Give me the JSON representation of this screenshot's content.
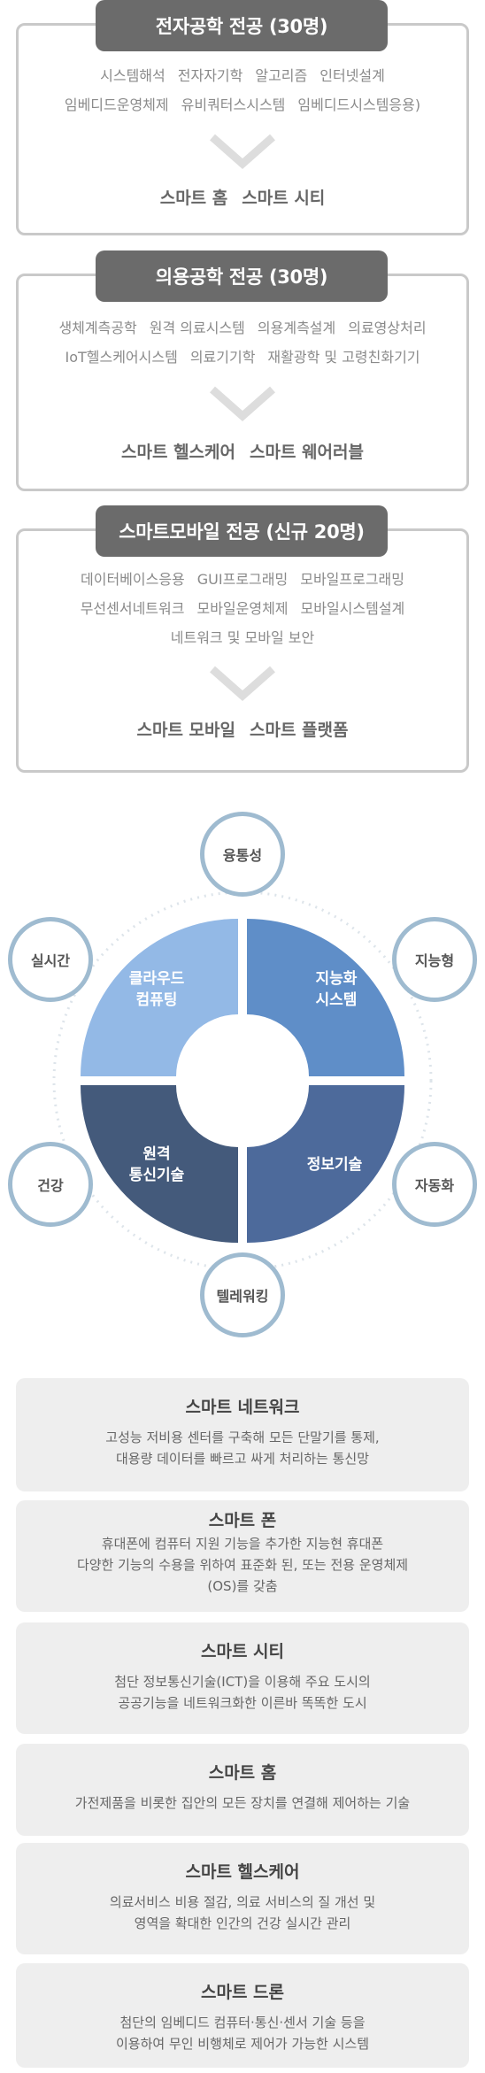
{
  "tracks": [
    {
      "title": "전자공학 전공 (30명)",
      "subjects": [
        [
          "시스템해석",
          "전자자기학",
          "알고리즘",
          "인터넷설계"
        ],
        [
          "임베디드운영체제",
          "유비쿼터스시스템",
          "임베디드시스템응용)"
        ]
      ],
      "careers": [
        "스마트 홈",
        "스마트 시티"
      ]
    },
    {
      "title": "의용공학 전공 (30명)",
      "subjects": [
        [
          "생체계측공학",
          "원격 의료시스템",
          "의용계측설계",
          "의료영상처리"
        ],
        [
          "IoT헬스케어시스템",
          "의료기기학",
          "재활광학 및 고령친화기기"
        ]
      ],
      "careers": [
        "스마트 헬스케어",
        "스마트 웨어러블"
      ]
    },
    {
      "title": "스마트모바일 전공 (신규 20명)",
      "subjects": [
        [
          "데이터베이스응용",
          "GUI프로그래밍",
          "모바일프로그래밍"
        ],
        [
          "무선센서네트워크",
          "모바일운영체제",
          "모바일시스템설계"
        ],
        [
          "네트워크 및 모바일 보안"
        ]
      ],
      "careers": [
        "스마트 모바일",
        "스마트 플랫폼"
      ]
    }
  ],
  "diagram": {
    "quadrants": {
      "top_left": "클라우드\n컴퓨팅",
      "top_right": "지능화\n시스템",
      "bottom_left": "원격\n통신기술",
      "bottom_right": "정보기술"
    },
    "nodes": {
      "top": "융통성",
      "upper_left": "실시간",
      "upper_right": "지능형",
      "lower_left": "건강",
      "lower_right": "자동화",
      "bottom": "텔레워킹"
    },
    "colors": {
      "top_left": "#93b9e6",
      "top_right": "#5f8ec8",
      "bottom_left": "#445a7b",
      "bottom_right": "#4d6a9b",
      "node_border": "#9fbbd0"
    }
  },
  "definitions": [
    {
      "title": "스마트 네트워크",
      "desc": [
        "고성능 저비용 센터를 구축해 모든 단말기를 통제,",
        "대용량 데이터를 빠르고 싸게 처리하는 통신망"
      ]
    },
    {
      "title": "스마트 폰",
      "desc": [
        "휴대폰에 컴퓨터 지원 기능을 추가한 지능현 휴대폰",
        "다양한 기능의 수용을 위하여 표준화 된, 또는 전용 운영체제",
        "(OS)를 갖춤"
      ]
    },
    {
      "title": "스마트 시티",
      "desc": [
        "첨단 정보통신기술(ICT)을 이용해 주요 도시의",
        "공공기능을 네트워크화한 이른바 똑똑한 도시"
      ]
    },
    {
      "title": "스마트 홈",
      "desc": [
        "가전제품을 비롯한 집안의 모든 장치를 연결해 제어하는 기술"
      ]
    },
    {
      "title": "스마트 헬스케어",
      "desc": [
        "의료서비스 비용 절감, 의료 서비스의 질 개선 및",
        "영역을 확대한 인간의 건강 실시간 관리"
      ]
    },
    {
      "title": "스마트 드론",
      "desc": [
        "첨단의 임베디드 컴퓨터·통신·센서 기술 등을",
        "이용하여 무인 비행체로 제어가 가능한 시스템"
      ]
    }
  ]
}
